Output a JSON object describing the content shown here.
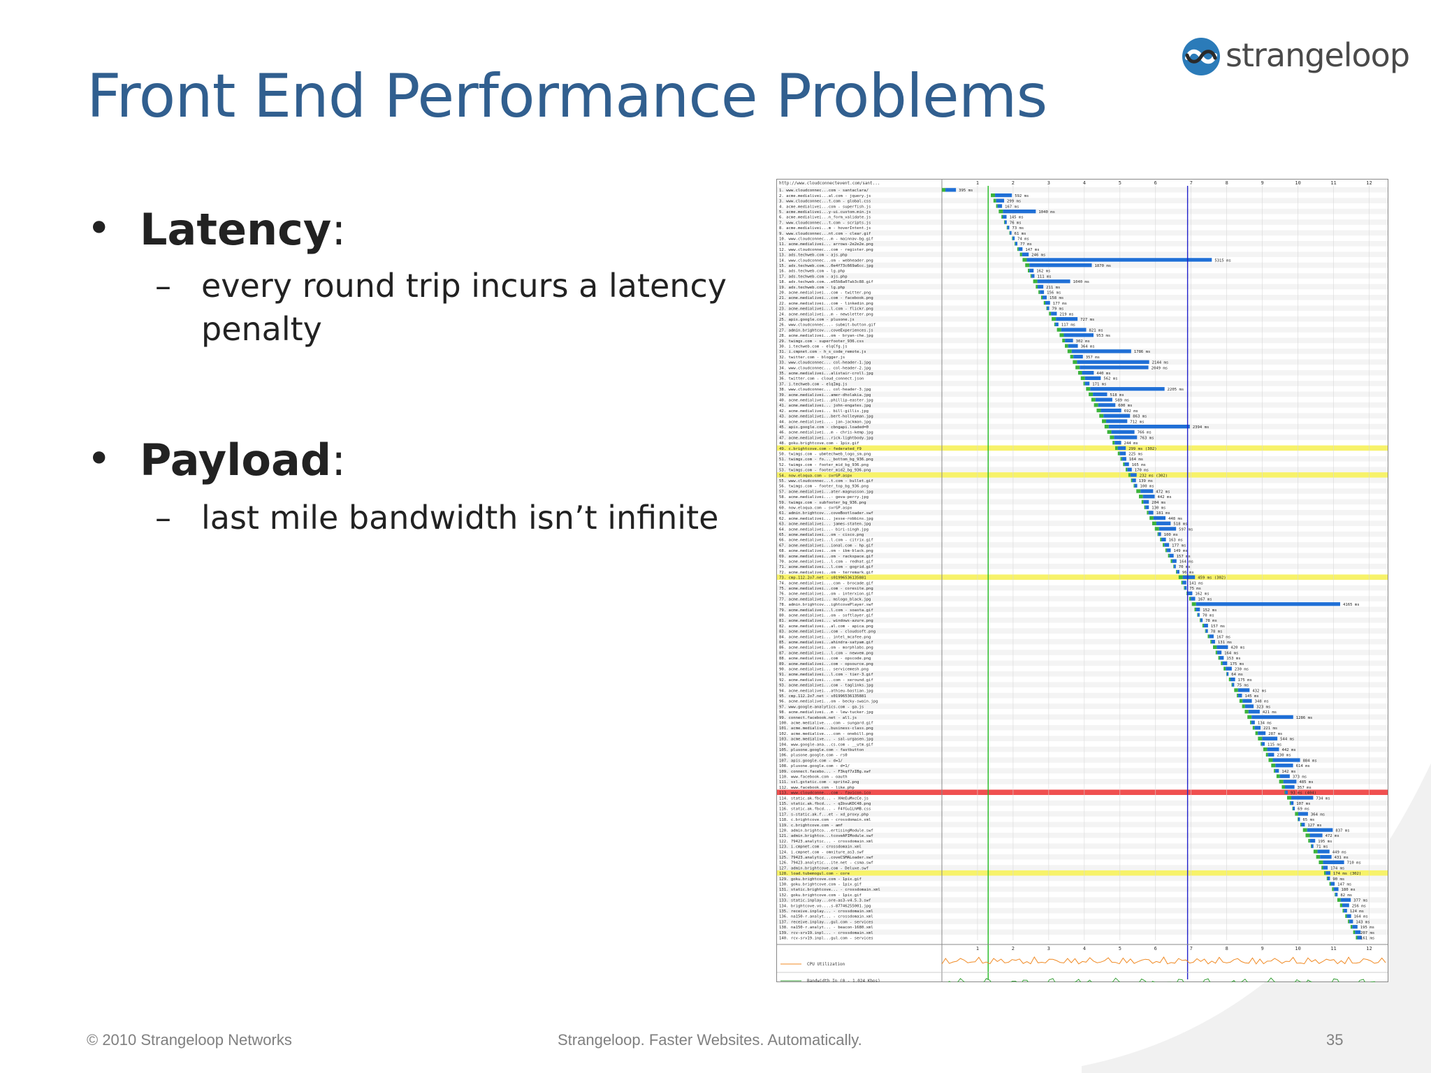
{
  "slide": {
    "title": "Front End Performance Problems",
    "logo_text": "strangeloop",
    "bullets": [
      {
        "heading": "Latency",
        "punct": ":",
        "dash": "–",
        "sub": "every round trip incurs a latency penalty"
      },
      {
        "heading": "Payload",
        "punct": ":",
        "dash": "–",
        "sub": "last mile bandwidth isn’t infinite"
      }
    ],
    "footer": {
      "left": "© 2010 Strangeloop Networks",
      "center": "Strangeloop. Faster Websites. Automatically.",
      "page": "35"
    }
  },
  "waterfall": {
    "page_url": "http://www.cloudconnectevent.com/sant...",
    "scale": [
      1,
      2,
      3,
      4,
      5,
      6,
      7,
      8,
      9,
      10,
      11,
      12
    ],
    "start_render_s": 1.3,
    "doc_complete_s": 6.9,
    "colors": {
      "dns": "#1fa3a0",
      "connect": "#f08a24",
      "ttfb": "#3bb33b",
      "download": "#1f6fd6",
      "highlight_302": "#f7f26a",
      "highlight_404": "#f05050",
      "start_render": "#22bb22",
      "doc_complete": "#2222cc"
    },
    "requests": [
      {
        "n": 1,
        "url": "www.cloudconnec...com - santaclara/",
        "ms": 395,
        "label": "395 ms"
      },
      {
        "n": 2,
        "url": "acme.medialivei...al.com - jquery.js",
        "ms": 592,
        "label": "592 ms"
      },
      {
        "n": 3,
        "url": "www.cloudconnec...t.com - global.css",
        "ms": 299,
        "label": "299 ms"
      },
      {
        "n": 4,
        "url": "acme.medialivei...com - superfish.js",
        "ms": 167,
        "label": "167 ms"
      },
      {
        "n": 5,
        "url": "acme.medialivei...y-ui.custom.min.js",
        "ms": 1040,
        "label": "1040 ms"
      },
      {
        "n": 6,
        "url": "acme.medialivei...n_form_validate.js",
        "ms": 145,
        "label": "145 ms"
      },
      {
        "n": 7,
        "url": "www.cloudconnec...t.com - scripts.js",
        "ms": 76,
        "label": "76 ms"
      },
      {
        "n": 8,
        "url": "acme.medialivei...m - hoverIntent.js",
        "ms": 73,
        "label": "73 ms"
      },
      {
        "n": 9,
        "url": "www.cloudconnec...nt.com - clear.gif",
        "ms": 61,
        "label": "61 ms"
      },
      {
        "n": 10,
        "url": "www.cloudconnec...m - mainnav-bg.gif",
        "ms": 74,
        "label": "74 ms"
      },
      {
        "n": 11,
        "url": "acme.medialivei... arrows-2e2e2e.png",
        "ms": 77,
        "label": "77 ms"
      },
      {
        "n": 12,
        "url": "www.cloudconnec...com - register.png",
        "ms": 147,
        "label": "147 ms"
      },
      {
        "n": 13,
        "url": "ads.techweb.com - ajs.php",
        "ms": 246,
        "label": "246 ms"
      },
      {
        "n": 14,
        "url": "www.cloudconnec...om - webheader.png",
        "ms": 5315,
        "label": "5315 ms"
      },
      {
        "n": 15,
        "url": "ads.techweb.com...0e4f73c669a6cc.jpg",
        "ms": 1870,
        "label": "1870 ms"
      },
      {
        "n": 16,
        "url": "ads.techweb.com - lg.php",
        "ms": 162,
        "label": "162 ms"
      },
      {
        "n": 17,
        "url": "ads.techweb.com - ajs.php",
        "ms": 111,
        "label": "111 ms"
      },
      {
        "n": 18,
        "url": "ads.techweb.com...e65b8a07ab3c88.gif",
        "ms": 1040,
        "label": "1040 ms"
      },
      {
        "n": 19,
        "url": "ads.techweb.com - lg.php",
        "ms": 211,
        "label": "211 ms"
      },
      {
        "n": 20,
        "url": "acme.medialivei...com - twitter.png",
        "ms": 156,
        "label": "156 ms"
      },
      {
        "n": 21,
        "url": "acme.medialivei...com - facebook.png",
        "ms": 158,
        "label": "158 ms"
      },
      {
        "n": 22,
        "url": "acme.medialivei...com - linkedin.png",
        "ms": 177,
        "label": "177 ms"
      },
      {
        "n": 23,
        "url": "acme.medialivei...l.com - flickr.png",
        "ms": 79,
        "label": "79 ms"
      },
      {
        "n": 24,
        "url": "acme.medialivei...m - newsletter.png",
        "ms": 219,
        "label": "219 ms"
      },
      {
        "n": 25,
        "url": "apis.google.com - plusone.js",
        "ms": 727,
        "label": "727 ms"
      },
      {
        "n": 26,
        "url": "www.cloudconnec...- submit-button.gif",
        "ms": 117,
        "label": "117 ms"
      },
      {
        "n": 27,
        "url": "admin.brightcov...coveExperiences.js",
        "ms": 821,
        "label": "821 ms"
      },
      {
        "n": 28,
        "url": "acme.medialivei...om - bryan-che.jpg",
        "ms": 953,
        "label": "953 ms"
      },
      {
        "n": 29,
        "url": "twimgs.com - superfooter_936.css",
        "ms": 302,
        "label": "302 ms"
      },
      {
        "n": 30,
        "url": "i.techweb.com - elqCfg.js",
        "ms": 364,
        "label": "364 ms"
      },
      {
        "n": 31,
        "url": "i.cmpnet.com - h_s_code_remote.js",
        "ms": 1786,
        "label": "1786 ms"
      },
      {
        "n": 32,
        "url": "twitter.com - blogger.js",
        "ms": 357,
        "label": "357 ms"
      },
      {
        "n": 33,
        "url": "www.cloudconnec... col-header-1.jpg",
        "ms": 2144,
        "label": "2144 ms"
      },
      {
        "n": 34,
        "url": "www.cloudconnec... col-header-2.jpg",
        "ms": 2049,
        "label": "2049 ms"
      },
      {
        "n": 35,
        "url": "acme.medialivei...alistair-croll.jpg",
        "ms": 440,
        "label": "440 ms"
      },
      {
        "n": 36,
        "url": "twitter.com - cloud_connect.json",
        "ms": 562,
        "label": "562 ms"
      },
      {
        "n": 37,
        "url": "i.techweb.com - elqImg.js",
        "ms": 171,
        "label": "171 ms"
      },
      {
        "n": 38,
        "url": "www.cloudconnec... col-header-3.jpg",
        "ms": 2205,
        "label": "2205 ms"
      },
      {
        "n": 39,
        "url": "acme.medialivei...amer-dholakia.jpg",
        "ms": 518,
        "label": "518 ms"
      },
      {
        "n": 40,
        "url": "acme.medialivei...phillip-easter.jpg",
        "ms": 589,
        "label": "589 ms"
      },
      {
        "n": 41,
        "url": "acme.medialivei... john-engates.jpg",
        "ms": 600,
        "label": "600 ms"
      },
      {
        "n": 42,
        "url": "acme.medialivei... bill-gillis.jpg",
        "ms": 692,
        "label": "692 ms"
      },
      {
        "n": 43,
        "url": "acme.medialivei...bert-holleyman.jpg",
        "ms": 863,
        "label": "863 ms"
      },
      {
        "n": 44,
        "url": "acme.medialivei...- jan-jackman.jpg",
        "ms": 712,
        "label": "712 ms"
      },
      {
        "n": 45,
        "url": "apis.google.com - cbngapi.loaded=0",
        "ms": 2394,
        "label": "2394 ms"
      },
      {
        "n": 46,
        "url": "acme.medialivei...m - chris-kemp.jpg",
        "ms": 766,
        "label": "766 ms"
      },
      {
        "n": 47,
        "url": "acme.medialivei...rick-lightbody.jpg",
        "ms": 763,
        "label": "763 ms"
      },
      {
        "n": 48,
        "url": "goku.brightcove.com - 1pix.gif",
        "ms": 244,
        "label": "244 ms"
      },
      {
        "n": 49,
        "url": "c.brightcove.com - federated_f9",
        "ms": 299,
        "label": "299 ms (302)",
        "status": "302"
      },
      {
        "n": 50,
        "url": "twimgs.com - ubmtechweb_logo_sm.png",
        "ms": 225,
        "label": "225 ms"
      },
      {
        "n": 51,
        "url": "twimgs.com - fo..._bottom_bg_936.png",
        "ms": 164,
        "label": "164 ms"
      },
      {
        "n": 52,
        "url": "twimgs.com - footer_mid_bg_936.png",
        "ms": 165,
        "label": "165 ms"
      },
      {
        "n": 53,
        "url": "twimgs.com - footer_mid2_bg_936.png",
        "ms": 170,
        "label": "170 ms"
      },
      {
        "n": 54,
        "url": "now.eloqua.com - svrGP.aspx",
        "ms": 232,
        "label": "232 ms (302)",
        "status": "302"
      },
      {
        "n": 55,
        "url": "www.cloudconnec...t.com - bullet.gif",
        "ms": 139,
        "label": "139 ms"
      },
      {
        "n": 56,
        "url": "twimgs.com - footer_top_bg_936.png",
        "ms": 100,
        "label": "100 ms"
      },
      {
        "n": 57,
        "url": "acme.medialivei...ater-magnusson.jpg",
        "ms": 472,
        "label": "472 ms"
      },
      {
        "n": 58,
        "url": "acme.medialivei...- geva-perry.jpg",
        "ms": 442,
        "label": "442 ms"
      },
      {
        "n": 59,
        "url": "twimgs.com - subfooter_bg_936.png",
        "ms": 204,
        "label": "204 ms"
      },
      {
        "n": 60,
        "url": "now.eloqua.com - svrGP.aspx",
        "ms": 130,
        "label": "130 ms"
      },
      {
        "n": 61,
        "url": "admin.brightcov...coveBootloader.swf",
        "ms": 181,
        "label": "181 ms"
      },
      {
        "n": 62,
        "url": "acme.medialivei... jesse-robbins.jpg",
        "ms": 448,
        "label": "448 ms"
      },
      {
        "n": 63,
        "url": "acme.medialivei... james-staten.jpg",
        "ms": 518,
        "label": "518 ms"
      },
      {
        "n": 64,
        "url": "acme.medialivei...- biri-singh.jpg",
        "ms": 597,
        "label": "597 ms"
      },
      {
        "n": 65,
        "url": "acme.medialivei...om - cisco.png",
        "ms": 100,
        "label": "100 ms"
      },
      {
        "n": 66,
        "url": "acme.medialivei...l.com - citrix.gif",
        "ms": 163,
        "label": "163 ms"
      },
      {
        "n": 67,
        "url": "acme.medialivei...ional.com - hp.gif",
        "ms": 177,
        "label": "177 ms"
      },
      {
        "n": 68,
        "url": "acme.medialivei...om - ibm-black.png",
        "ms": 149,
        "label": "149 ms"
      },
      {
        "n": 69,
        "url": "acme.medialivei...om - rackspace.gif",
        "ms": 157,
        "label": "157 ms"
      },
      {
        "n": 70,
        "url": "acme.medialivei...l.com - redhat.gif",
        "ms": 164,
        "label": "164 ms"
      },
      {
        "n": 71,
        "url": "acme.medialivei...l.com - gogrid.gif",
        "ms": 70,
        "label": "70 ms"
      },
      {
        "n": 72,
        "url": "acme.medialivei...om - terremark.gif",
        "ms": 96,
        "label": "96 ms"
      },
      {
        "n": 73,
        "url": "cmp.112.2o7.net - s01996536135881",
        "ms": 459,
        "label": "459 ms (302)",
        "status": "302"
      },
      {
        "n": 74,
        "url": "acme.medialivei....com - brocade.gif",
        "ms": 141,
        "label": "141 ms"
      },
      {
        "n": 75,
        "url": "acme.medialivei...com - coresite.png",
        "ms": 75,
        "label": "75 ms"
      },
      {
        "n": 76,
        "url": "acme.medialivei...om - interxion.gif",
        "ms": 162,
        "label": "162 ms"
      },
      {
        "n": 77,
        "url": "acme.medialivei... mslogo_black.jpg",
        "ms": 167,
        "label": "167 ms"
      },
      {
        "n": 78,
        "url": "admin.brightcov...ightcovePlayer.swf",
        "ms": 4165,
        "label": "4165 ms"
      },
      {
        "n": 79,
        "url": "acme.medialivei...l.com - soasta.gif",
        "ms": 152,
        "label": "152 ms"
      },
      {
        "n": 80,
        "url": "acme.medialivei...om - softlayer.gif",
        "ms": 70,
        "label": "70 ms"
      },
      {
        "n": 81,
        "url": "acme.medialivei... windows-azure.png",
        "ms": 78,
        "label": "78 ms"
      },
      {
        "n": 82,
        "url": "acme.medialivei...al.com - apica.png",
        "ms": 157,
        "label": "157 ms"
      },
      {
        "n": 83,
        "url": "acme.medialivei...com - cloudsoft.png",
        "ms": 78,
        "label": "78 ms"
      },
      {
        "n": 84,
        "url": "acme.medialivei... intel_mcafee.png",
        "ms": 167,
        "label": "167 ms"
      },
      {
        "n": 85,
        "url": "acme.medialivei...ahindra-satyam.gif",
        "ms": 131,
        "label": "131 ms"
      },
      {
        "n": 86,
        "url": "acme.medialivei...om - morphlabs.png",
        "ms": 420,
        "label": "420 ms"
      },
      {
        "n": 87,
        "url": "acme.medialivei...l.com - newvem.png",
        "ms": 164,
        "label": "164 ms"
      },
      {
        "n": 88,
        "url": "acme.medialivei...com - opscode.png",
        "ms": 153,
        "label": "153 ms"
      },
      {
        "n": 89,
        "url": "acme.medialivei...com - opsource.png",
        "ms": 175,
        "label": "175 ms"
      },
      {
        "n": 90,
        "url": "acme.medialivei... servicemesh.png",
        "ms": 230,
        "label": "230 ms"
      },
      {
        "n": 91,
        "url": "acme.medialivei...l.com - tier-3.gif",
        "ms": 64,
        "label": "64 ms"
      },
      {
        "n": 92,
        "url": "acme.medialivei....com - xeround.gif",
        "ms": 175,
        "label": "175 ms"
      },
      {
        "n": 93,
        "url": "acme.medialivei...com - taglinks.jpg",
        "ms": 75,
        "label": "75 ms"
      },
      {
        "n": 94,
        "url": "acme.medialivei...athieu-bastian.jpg",
        "ms": 432,
        "label": "432 ms"
      },
      {
        "n": 95,
        "url": "cmp.112.2o7.net - s01996536135881",
        "ms": 145,
        "label": "145 ms"
      },
      {
        "n": 96,
        "url": "acme.medialivei...om - becky-swain.jpg",
        "ms": 348,
        "label": "348 ms"
      },
      {
        "n": 97,
        "url": "www.google-analytics.com - ga.js",
        "ms": 323,
        "label": "323 ms"
      },
      {
        "n": 98,
        "url": "acme.medialivei...m - lew-tucker.jpg",
        "ms": 421,
        "label": "421 ms"
      },
      {
        "n": 99,
        "url": "connect.facebook.net - all.js",
        "ms": 1286,
        "label": "1286 ms"
      },
      {
        "n": 100,
        "url": "acme.medialive....com - sungard.gif",
        "ms": 134,
        "label": "134 ms"
      },
      {
        "n": 101,
        "url": "acme.medialive...business-class.png",
        "ms": 221,
        "label": "221 ms"
      },
      {
        "n": 102,
        "url": "acme.medialive....com - onebill.png",
        "ms": 287,
        "label": "287 ms"
      },
      {
        "n": 103,
        "url": "acme.medialive... - sal-urgasen.jpg",
        "ms": 544,
        "label": "544 ms"
      },
      {
        "n": 104,
        "url": "www.google-ana...cs.com - __utm.gif",
        "ms": 115,
        "label": "115 ms"
      },
      {
        "n": 105,
        "url": "plusone.google.com - fastbutton",
        "ms": 442,
        "label": "442 ms"
      },
      {
        "n": 106,
        "url": "plusone.google.com - rs0",
        "ms": 230,
        "label": "230 ms"
      },
      {
        "n": 107,
        "url": "apis.google.com - d=1/",
        "ms": 884,
        "label": "884 ms"
      },
      {
        "n": 108,
        "url": "plusone.google.com - d=1/",
        "ms": 614,
        "label": "614 ms"
      },
      {
        "n": 109,
        "url": "connect.facebo... - F3kqf7zIBg.swf",
        "ms": 142,
        "label": "142 ms"
      },
      {
        "n": 110,
        "url": "www.facebook.com - oauth",
        "ms": 373,
        "label": "373 ms"
      },
      {
        "n": 111,
        "url": "ssl.gstatic.com - sprite2.png",
        "ms": 485,
        "label": "485 ms"
      },
      {
        "n": 112,
        "url": "www.facebook.com - like.php",
        "ms": 357,
        "label": "357 ms"
      },
      {
        "n": 113,
        "url": "www.cloudconne...com - favicon.ico",
        "ms": 93,
        "label": "93 ms (404)",
        "status": "404"
      },
      {
        "n": 114,
        "url": "static.ak.fbcd... - XHeEuMxcCe.js",
        "ms": 734,
        "label": "734 ms"
      },
      {
        "n": 115,
        "url": "static.ak.fbcd... - qIbvuKDC48.png",
        "ms": 107,
        "label": "107 ms"
      },
      {
        "n": 116,
        "url": "static.ak.fbcd... - F4fGu1LhMB.css",
        "ms": 69,
        "label": "69 ms"
      },
      {
        "n": 117,
        "url": "s-static.ak.f...et - xd_proxy.php",
        "ms": 364,
        "label": "364 ms"
      },
      {
        "n": 118,
        "url": "c.brightcove.com - crossdomain.xml",
        "ms": 65,
        "label": "65 ms"
      },
      {
        "n": 119,
        "url": "c.brightcove.com - amf",
        "ms": 127,
        "label": "127 ms"
      },
      {
        "n": 120,
        "url": "admin.brightco...ertisingModule.swf",
        "ms": 837,
        "label": "837 ms"
      },
      {
        "n": 121,
        "url": "admin.brightco...tcoveAPIModule.swf",
        "ms": 472,
        "label": "472 ms"
      },
      {
        "n": 122,
        "url": "79423.analytic... - crossdomain.xml",
        "ms": 195,
        "label": "195 ms"
      },
      {
        "n": 123,
        "url": "i.cmpnet.com - crossdomain.xml",
        "ms": 71,
        "label": "71 ms"
      },
      {
        "n": 124,
        "url": "i.cmpnet.com - omniture_as3.swf",
        "ms": 449,
        "label": "449 ms"
      },
      {
        "n": 125,
        "url": "79423.analytic...coveCSMALoader.swf",
        "ms": 431,
        "label": "431 ms"
      },
      {
        "n": 126,
        "url": "79423.analytic...ite.net - csma.swf",
        "ms": 710,
        "label": "710 ms"
      },
      {
        "n": 127,
        "url": "admin.brightcove.com - Deluxe.swf",
        "ms": 174,
        "label": "174 ms"
      },
      {
        "n": 128,
        "url": "load.tubemogul.com - core",
        "ms": 174,
        "label": "174 ms (302)",
        "status": "302"
      },
      {
        "n": 129,
        "url": "goku.brightcove.com - 1pix.gif",
        "ms": 90,
        "label": "90 ms"
      },
      {
        "n": 130,
        "url": "goku.brightcove.com - 1pix.gif",
        "ms": 147,
        "label": "147 ms"
      },
      {
        "n": 131,
        "url": "static.brightcove... - crossdomain.xml",
        "ms": 180,
        "label": "180 ms"
      },
      {
        "n": 132,
        "url": "goku.brightcove.com - 1pix.gif",
        "ms": 82,
        "label": "82 ms"
      },
      {
        "n": 133,
        "url": "static.inplay...ore-as3-v4.5.3.swf",
        "ms": 377,
        "label": "377 ms"
      },
      {
        "n": 134,
        "url": "brightcove.vo....s-87746255001.jpg",
        "ms": 256,
        "label": "256 ms"
      },
      {
        "n": 135,
        "url": "receive.inplay... - crossdomain.xml",
        "ms": 124,
        "label": "124 ms"
      },
      {
        "n": 136,
        "url": "na150-r.analyt... - crossdomain.xml",
        "ms": 164,
        "label": "164 ms"
      },
      {
        "n": 137,
        "url": "receive.inplay...gul.com - services",
        "ms": 143,
        "label": "143 ms"
      },
      {
        "n": 138,
        "url": "na150-r.analyt... - beacon-1680.xml",
        "ms": 195,
        "label": "195 ms"
      },
      {
        "n": 139,
        "url": "rcv-srv19.inpl... - crossdomain.xml",
        "ms": 207,
        "label": "207 ms"
      },
      {
        "n": 140,
        "url": "rcv-srv19.inpl...gul.com - services",
        "ms": 161,
        "label": "161 ms"
      }
    ],
    "cpu_label": "CPU Utilization",
    "bandwidth_label": "Bandwidth In (0 - 1,024 Kbps)"
  }
}
